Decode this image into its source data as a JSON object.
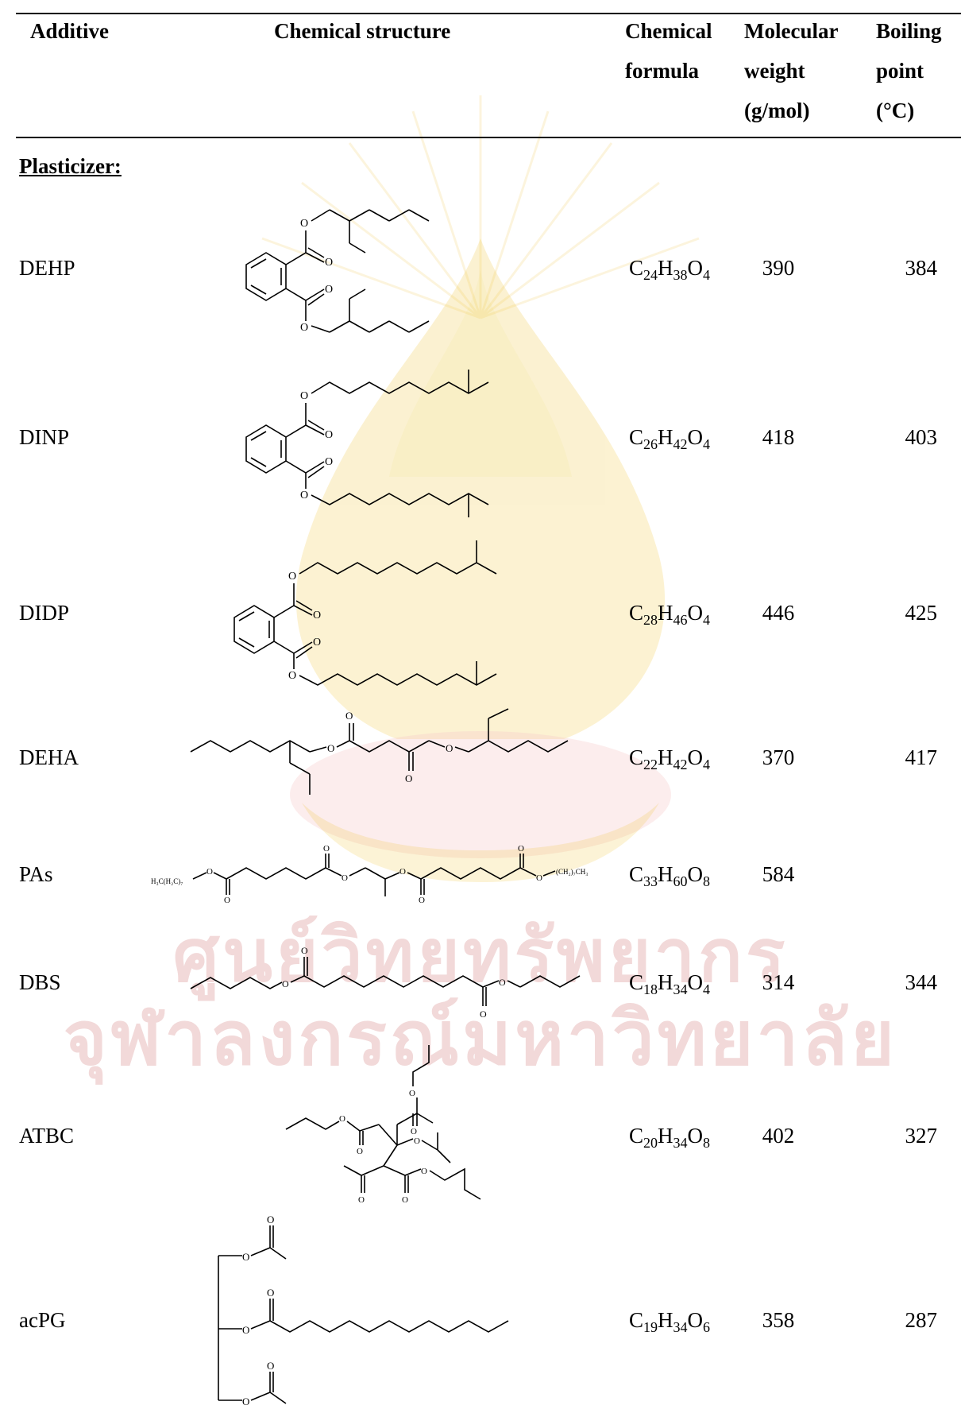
{
  "table": {
    "headers": {
      "additive": "Additive",
      "structure": "Chemical structure",
      "formula": [
        "Chemical",
        "formula"
      ],
      "mw": [
        "Molecular",
        "weight",
        "(g/mol)"
      ],
      "bp": [
        "Boiling",
        "point",
        "(°C)"
      ]
    },
    "section_label": "Plasticizer:",
    "rows": [
      {
        "name": "DEHP",
        "formula": [
          [
            "C",
            "24"
          ],
          [
            "H",
            "38"
          ],
          [
            "O",
            "4"
          ]
        ],
        "mw": "390",
        "bp": "384"
      },
      {
        "name": "DINP",
        "formula": [
          [
            "C",
            "26"
          ],
          [
            "H",
            "42"
          ],
          [
            "O",
            "4"
          ]
        ],
        "mw": "418",
        "bp": "403"
      },
      {
        "name": "DIDP",
        "formula": [
          [
            "C",
            "28"
          ],
          [
            "H",
            "46"
          ],
          [
            "O",
            "4"
          ]
        ],
        "mw": "446",
        "bp": "425"
      },
      {
        "name": "DEHA",
        "formula": [
          [
            "C",
            "22"
          ],
          [
            "H",
            "42"
          ],
          [
            "O",
            "4"
          ]
        ],
        "mw": "370",
        "bp": "417"
      },
      {
        "name": "PAs",
        "formula": [
          [
            "C",
            "33"
          ],
          [
            "H",
            "60"
          ],
          [
            "O",
            "8"
          ]
        ],
        "mw": "584",
        "bp": ""
      },
      {
        "name": "DBS",
        "formula": [
          [
            "C",
            "18"
          ],
          [
            "H",
            "34"
          ],
          [
            "O",
            "4"
          ]
        ],
        "mw": "314",
        "bp": "344"
      },
      {
        "name": "ATBC",
        "formula": [
          [
            "C",
            "20"
          ],
          [
            "H",
            "34"
          ],
          [
            "O",
            "8"
          ]
        ],
        "mw": "402",
        "bp": "327"
      },
      {
        "name": "acPG",
        "formula": [
          [
            "C",
            "19"
          ],
          [
            "H",
            "34"
          ],
          [
            "O",
            "6"
          ]
        ],
        "mw": "358",
        "bp": "287"
      }
    ],
    "structure_labels": {
      "pas_left": "H₃C(H₂C)₇",
      "pas_right": "(CH₂)₇CH₃"
    }
  },
  "watermark": {
    "line1": "ศูนย์วิทยทรัพยากร",
    "line2": "จุฬาลงกรณ์มหาวิทยาลัย"
  }
}
